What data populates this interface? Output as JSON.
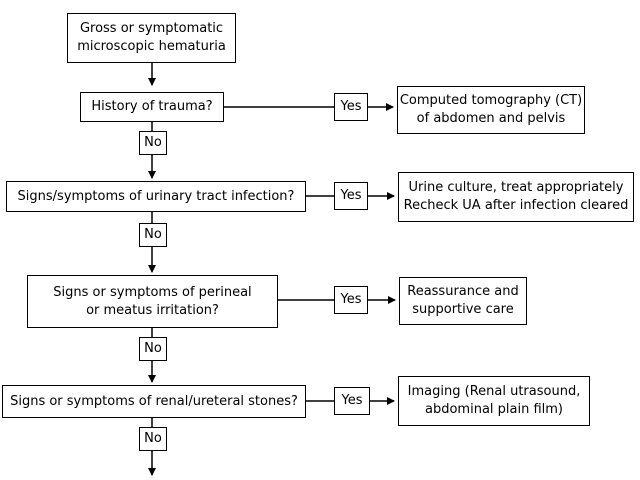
{
  "nodes": {
    "start": "Gross or symptomatic\nmicroscopic hematuria",
    "q_trauma": "History of trauma?",
    "r_ct": "Computed tomography (CT)\nof abdomen and pelvis",
    "q_uti": "Signs/symptoms of urinary tract infection?",
    "r_uti": "Urine culture, treat appropriately\nRecheck UA after infection cleared",
    "q_perineal": "Signs or symptoms of perineal\nor meatus irritation?",
    "r_reassure": "Reassurance and\nsupportive care",
    "q_stones": "Signs or symptoms of renal/ureteral stones?",
    "r_imaging": "Imaging  (Renal utrasound,\nabdominal plain film)"
  },
  "labels": {
    "yes": "Yes",
    "no": "No"
  },
  "colors": {
    "line": "#000000",
    "background": "#ffffff"
  }
}
